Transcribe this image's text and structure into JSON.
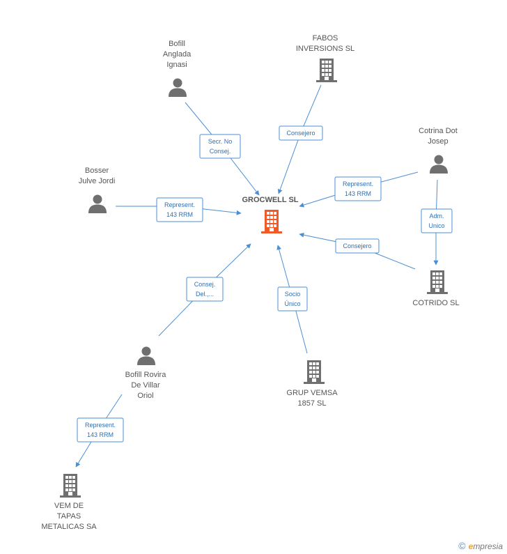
{
  "colors": {
    "edge": "#4a8fd4",
    "node_gray": "#6f6f6f",
    "center_node": "#f05a28",
    "label": "#555555"
  },
  "nodes": {
    "center": {
      "lines": [
        "GROCWELL SL"
      ],
      "icon": "building-icon"
    },
    "bofill_anglada": {
      "lines": [
        "Bofill",
        "Anglada",
        "Ignasi"
      ],
      "icon": "person-icon"
    },
    "fabos": {
      "lines": [
        "FABOS",
        "INVERSIONS SL"
      ],
      "icon": "building-icon"
    },
    "cotrina": {
      "lines": [
        "Cotrina Dot",
        "Josep"
      ],
      "icon": "person-icon"
    },
    "bosser": {
      "lines": [
        "Bosser",
        "Julve Jordi"
      ],
      "icon": "person-icon"
    },
    "cotrido": {
      "lines": [
        "COTRIDO SL"
      ],
      "icon": "building-icon"
    },
    "bofill_rovira": {
      "lines": [
        "Bofill Rovira",
        "De Villar",
        "Oriol"
      ],
      "icon": "person-icon"
    },
    "grup_vemsa": {
      "lines": [
        "GRUP VEMSA",
        "1857 SL"
      ],
      "icon": "building-icon"
    },
    "vem_tapas": {
      "lines": [
        "VEM DE",
        "TAPAS",
        "METALICAS SA"
      ],
      "icon": "building-icon"
    }
  },
  "edges": {
    "secr": [
      "Secr.  No",
      "Consej."
    ],
    "consejero_fabos": [
      "Consejero"
    ],
    "represent_cotrina": [
      "Represent.",
      "143 RRM"
    ],
    "represent_bosser": [
      "Represent.",
      "143 RRM"
    ],
    "adm_unico": [
      "Adm.",
      "Unico"
    ],
    "consejero_cotrido": [
      "Consejero"
    ],
    "consej_del": [
      "Consej.",
      "Del.,..."
    ],
    "socio_unico": [
      "Socio",
      "Único"
    ],
    "represent_vem": [
      "Represent.",
      "143 RRM"
    ]
  },
  "watermark": {
    "symbol": "©",
    "brand_initial": "e",
    "brand_rest": "mpresia"
  }
}
